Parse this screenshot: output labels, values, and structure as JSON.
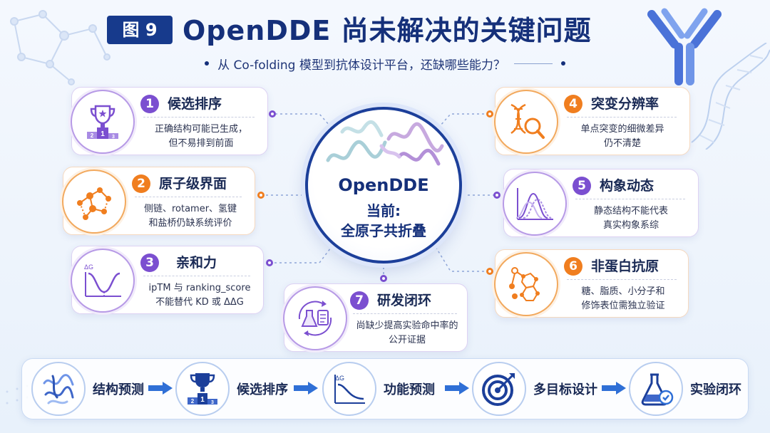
{
  "header": {
    "figure_label": "图 9",
    "title": "OpenDDE 尚未解决的关键问题",
    "subtitle": "从 Co-folding 模型到抗体设计平台，还缺哪些能力？"
  },
  "center": {
    "name": "OpenDDE",
    "line1": "当前:",
    "line2": "全原子共折叠"
  },
  "cards": [
    {
      "num": "1",
      "title": "候选排序",
      "desc1": "正确结构可能已生成，",
      "desc2": "但不易排到前面",
      "icon": "trophy-podium-icon"
    },
    {
      "num": "2",
      "title": "原子级界面",
      "desc1": "侧链、rotamer、氢键",
      "desc2": "和盐桥仍缺系统评价",
      "icon": "atom-network-icon"
    },
    {
      "num": "3",
      "title": "亲和力",
      "desc1": "ipTM 与 ranking_score",
      "desc2": "不能替代 KD 或 ΔΔG",
      "icon": "energy-curve-icon",
      "icon_label": "ΔG"
    },
    {
      "num": "4",
      "title": "突变分辨率",
      "desc1": "单点突变的细微差异",
      "desc2": "仍不清楚",
      "icon": "dna-magnifier-icon"
    },
    {
      "num": "5",
      "title": "构象动态",
      "desc1": "静态结构不能代表",
      "desc2": "真实构象系综",
      "icon": "ensemble-curves-icon"
    },
    {
      "num": "6",
      "title": "非蛋白抗原",
      "desc1": "糖、脂质、小分子和",
      "desc2": "修饰表位需独立验证",
      "icon": "molecule-ring-icon"
    },
    {
      "num": "7",
      "title": "研发闭环",
      "desc1": "尚缺少提高实验命中率的",
      "desc2": "公开证据",
      "icon": "flask-cycle-icon"
    }
  ],
  "pipeline": [
    {
      "label": "结构预测",
      "icon": "protein-structure-icon"
    },
    {
      "label": "候选排序",
      "icon": "trophy-podium-icon"
    },
    {
      "label": "功能预测",
      "icon": "delta-g-curve-icon",
      "icon_label": "ΔG"
    },
    {
      "label": "多目标设计",
      "icon": "target-icon"
    },
    {
      "label": "实验闭环",
      "icon": "flask-check-icon"
    }
  ],
  "colors": {
    "navy": "#15307a",
    "purple": "#7b4fd0",
    "orange": "#f07e1f",
    "blue_accent": "#2f6fd6"
  }
}
